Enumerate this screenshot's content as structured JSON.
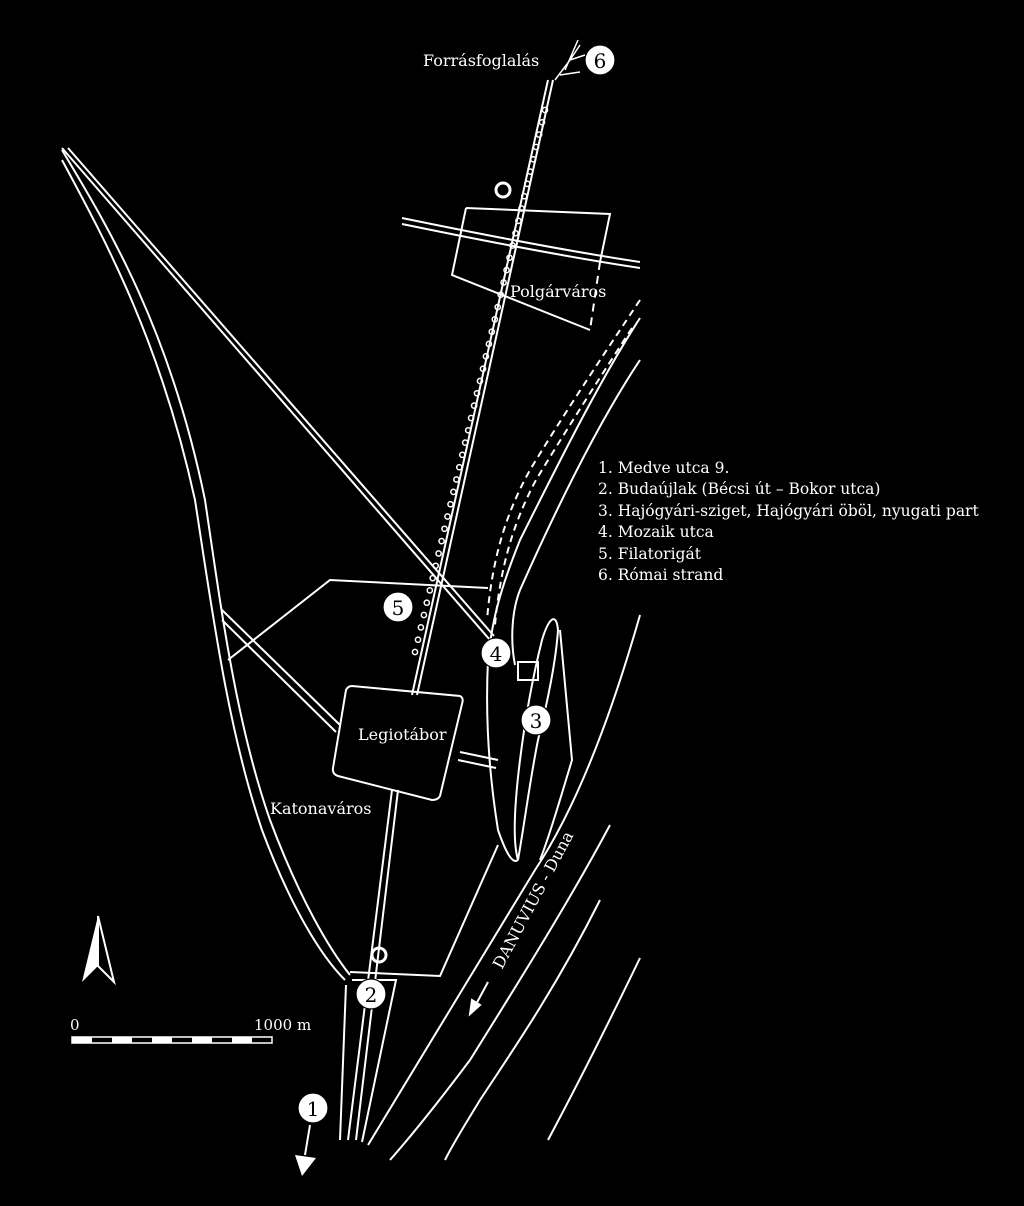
{
  "labels": {
    "forrasfoglalas": "Forrásfoglalás",
    "polgarvaros": "Polgárváros",
    "legiotabor": "Legiotábor",
    "katonavaros": "Katonaváros",
    "danuvius": "DANUVIUS - Duna"
  },
  "scale": {
    "start": "0",
    "end": "1000 m"
  },
  "markers": [
    {
      "id": 1,
      "text": "1"
    },
    {
      "id": 2,
      "text": "2"
    },
    {
      "id": 3,
      "text": "3"
    },
    {
      "id": 4,
      "text": "4"
    },
    {
      "id": 5,
      "text": "5"
    },
    {
      "id": 6,
      "text": "6"
    }
  ],
  "legend": [
    "1. Medve utca 9.",
    "2. Budaújlak (Bécsi út – Bokor utca)",
    "3. Hajógyári-sziget, Hajógyári öböl, nyugati part",
    "4. Mozaik utca",
    "5. Filatorigát",
    "6. Római strand"
  ],
  "colors": {
    "background": "#000000",
    "foreground": "#ffffff"
  },
  "icons": {
    "north_arrow": "north-arrow-icon",
    "direction_arrow": "arrow-down-icon"
  }
}
